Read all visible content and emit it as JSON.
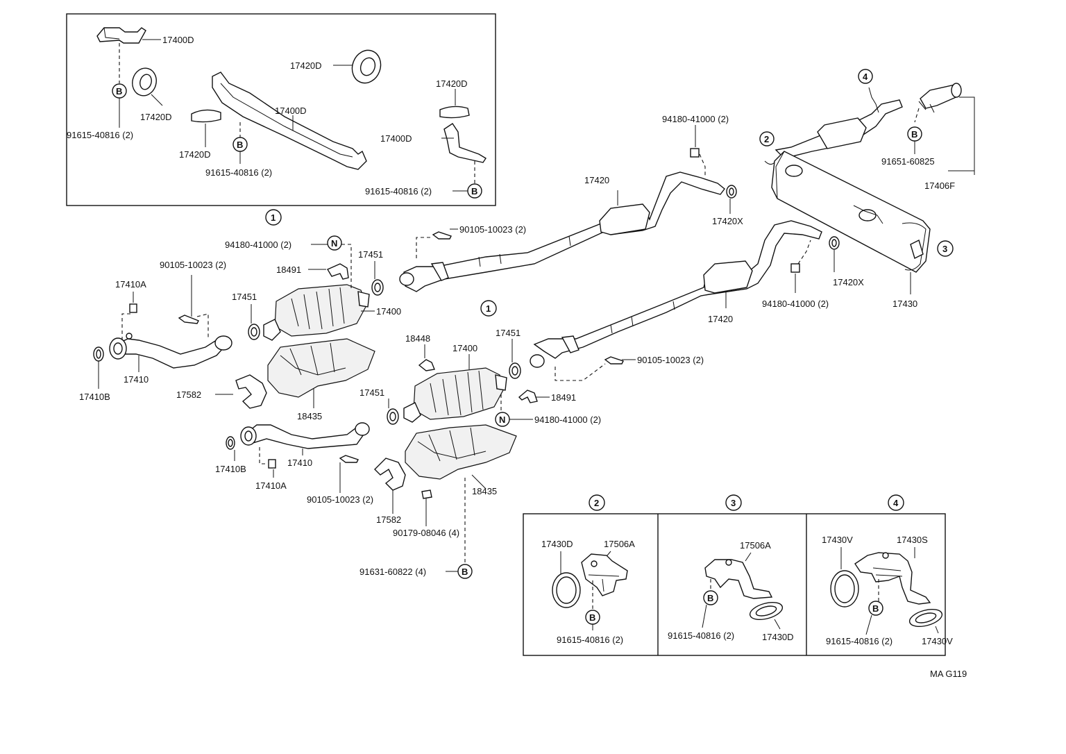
{
  "diagram_id": "MA G119",
  "labels": {
    "inset_17400d_top": "17400D",
    "inset_17420d_a": "17420D",
    "inset_17420d_b": "17420D",
    "inset_17420d_c": "17420D",
    "inset_17420d_d": "17420D",
    "inset_17400d_mid": "17400D",
    "inset_17400d_right": "17400D",
    "inset_bolt_a": "91615-40816 (2)",
    "inset_bolt_b": "91615-40816 (2)",
    "inset_bolt_c": "91615-40816 (2)",
    "l_94180_a": "94180-41000 (2)",
    "l_94180_b": "94180-41000 (2)",
    "l_94180_c": "94180-41000 (2)",
    "l_94180_d": "94180-41000 (2)",
    "l_90105_a": "90105-10023 (2)",
    "l_90105_b": "90105-10023 (2)",
    "l_90105_c": "90105-10023 (2)",
    "l_90105_d": "90105-10023 (2)",
    "l_18491_a": "18491",
    "l_18491_b": "18491",
    "l_17451_a": "17451",
    "l_17451_b": "17451",
    "l_17451_c": "17451",
    "l_17451_d": "17451",
    "l_17400_a": "17400",
    "l_17400_b": "17400",
    "l_17410a_a": "17410A",
    "l_17410a_b": "17410A",
    "l_17410_a": "17410",
    "l_17410_b": "17410",
    "l_17410b_a": "17410B",
    "l_17410b_b": "17410B",
    "l_17582_a": "17582",
    "l_17582_b": "17582",
    "l_18435_a": "18435",
    "l_18435_b": "18435",
    "l_18448": "18448",
    "l_90179": "90179-08046 (4)",
    "l_91631": "91631-60822 (4)",
    "l_17420_a": "17420",
    "l_17420_b": "17420",
    "l_17420x_a": "17420X",
    "l_17420x_b": "17420X",
    "l_17430": "17430",
    "l_91651": "91651-60825",
    "l_17406f": "17406F",
    "d2_17430d_a": "17430D",
    "d2_17506a": "17506A",
    "d2_bolt": "91615-40816 (2)",
    "d3_17506a": "17506A",
    "d3_bolt": "91615-40816 (2)",
    "d3_17430d": "17430D",
    "d4_17430v_a": "17430V",
    "d4_17430s": "17430S",
    "d4_bolt": "91615-40816 (2)",
    "d4_17430v_b": "17430V"
  },
  "markers": {
    "ref1": "1",
    "ref2": "2",
    "ref3": "3",
    "ref4": "4",
    "bolt": "B",
    "nut": "N"
  }
}
